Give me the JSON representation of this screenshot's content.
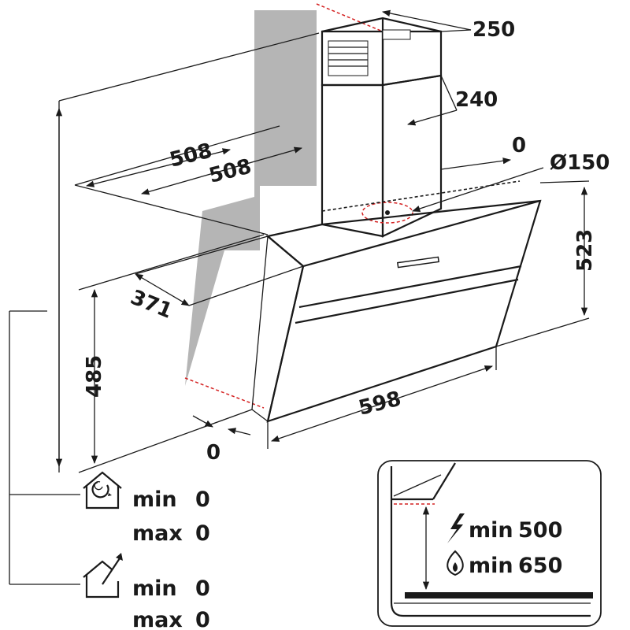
{
  "dimensions": {
    "chimney_width": "250",
    "chimney_depth": "240",
    "offset_top": "0",
    "duct_diameter": "Ø150",
    "width_outer": "508",
    "width_inner": "508",
    "hood_height": "523",
    "depth": "371",
    "total_height": "485",
    "hood_width": "598",
    "offset_bottom": "0"
  },
  "recirculation": {
    "icon": "recirculation-house-icon",
    "min_label": "min",
    "min_value": "0",
    "max_label": "max",
    "max_value": "0"
  },
  "extraction": {
    "icon": "extraction-house-icon",
    "min_label": "min",
    "min_value": "0",
    "max_label": "max",
    "max_value": "0"
  },
  "inset": {
    "electric": {
      "icon": "lightning-icon",
      "label": "min",
      "value": "500"
    },
    "gas": {
      "icon": "flame-icon",
      "label": "min",
      "value": "650"
    }
  },
  "colors": {
    "wall": "#b5b5b5",
    "line": "#1a1a1a",
    "dashed_red": "#d42020"
  }
}
